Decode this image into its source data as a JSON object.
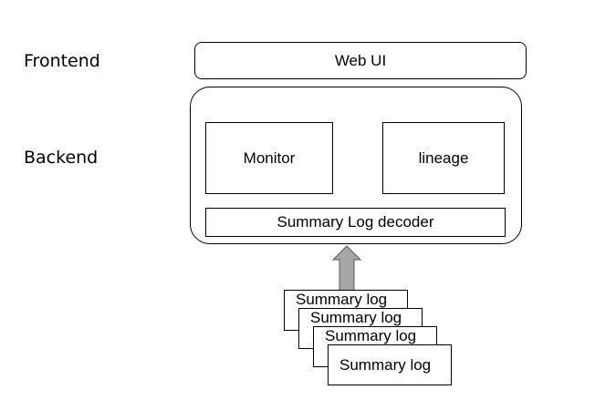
{
  "layers": {
    "frontend": "Frontend",
    "backend": "Backend"
  },
  "components": {
    "web_ui": "Web UI",
    "monitor": "Monitor",
    "lineage": "lineage",
    "decoder": "Summary Log decoder"
  },
  "summary_logs": [
    "Summary log",
    "Summary log",
    "Summary log",
    "Summary log"
  ],
  "colors": {
    "arrow_fill": "#a6a6a6",
    "arrow_stroke": "#595959"
  }
}
